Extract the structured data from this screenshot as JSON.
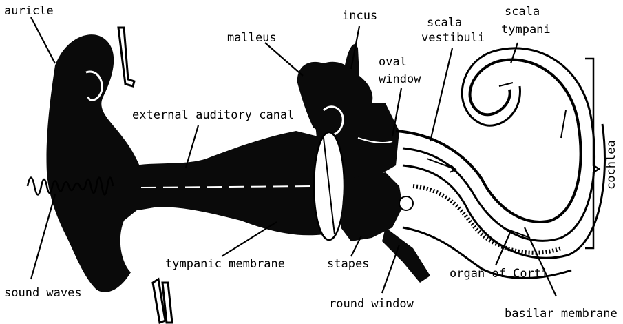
{
  "labels": {
    "auricle": "auricle",
    "malleus": "malleus",
    "incus": "incus",
    "scala_vestibuli_1": "scala",
    "scala_vestibuli_2": "vestibuli",
    "scala_tympani_1": "scala",
    "scala_tympani_2": "tympani",
    "oval_window_1": "oval",
    "oval_window_2": "window",
    "external_auditory_canal": "external auditory canal",
    "cochlea": "cochlea",
    "tympanic_membrane": "tympanic membrane",
    "stapes": "stapes",
    "organ_of_corti": "organ of Corti",
    "sound_waves": "sound waves",
    "round_window": "round window",
    "basilar_membrane": "basilar membrane"
  },
  "colors": {
    "ink": "#0a0a0a",
    "background": "#ffffff",
    "highlight": "#ffffff"
  }
}
